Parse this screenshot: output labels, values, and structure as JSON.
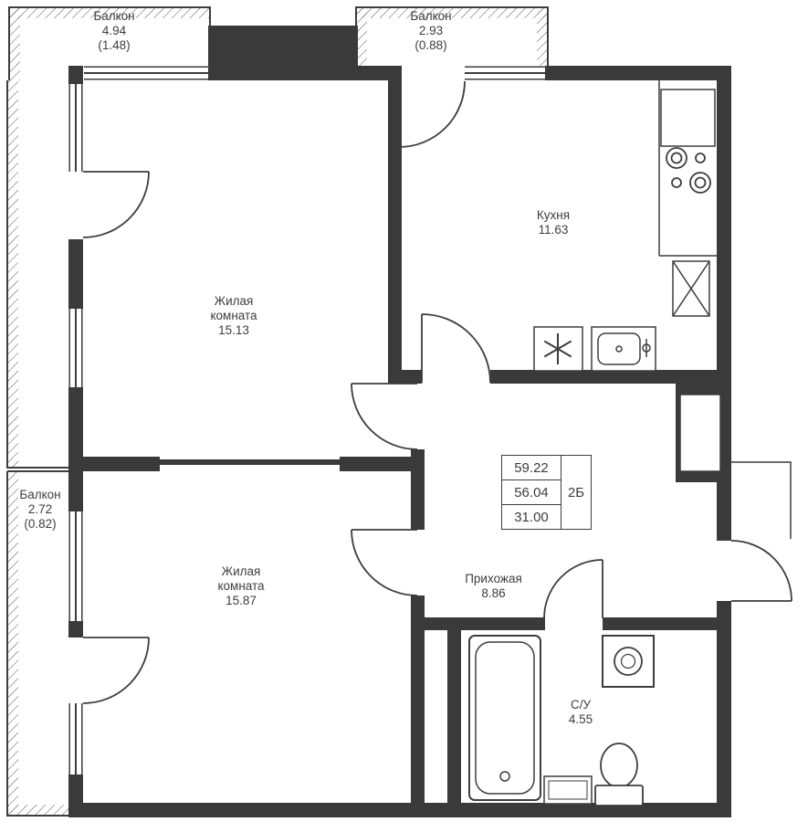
{
  "plan": {
    "rooms": {
      "balcony_top_left": {
        "name": "Балкон",
        "area": "4.94",
        "coeff": "(1.48)"
      },
      "balcony_top_mid": {
        "name": "Балкон",
        "area": "2.93",
        "coeff": "(0.88)"
      },
      "balcony_left": {
        "name": "Балкон",
        "area": "2.72",
        "coeff": "(0.82)"
      },
      "kitchen": {
        "name": "Кухня",
        "area": "11.63"
      },
      "living_top": {
        "name_line1": "Жилая",
        "name_line2": "комната",
        "area": "15.13"
      },
      "living_bottom": {
        "name_line1": "Жилая",
        "name_line2": "комната",
        "area": "15.87"
      },
      "hallway": {
        "name": "Прихожая",
        "area": "8.86"
      },
      "bathroom": {
        "name": "С/У",
        "area": "4.55"
      }
    },
    "info_box": {
      "area_total": "59.22",
      "area_no_balcony": "56.04",
      "area_living": "31.00",
      "flat_type": "2Б"
    },
    "colors": {
      "wall": "#3a3a3a",
      "line": "#3d3d3d",
      "text": "#3d3d3d",
      "background": "#ffffff"
    }
  }
}
